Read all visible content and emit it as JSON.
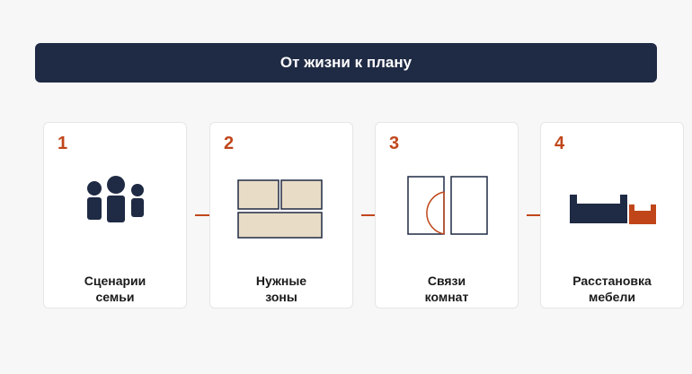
{
  "title": "От жизни к плану",
  "colors": {
    "navy": "#1f2a44",
    "accent": "#c0461a",
    "zone": "#e8dcc6"
  },
  "steps": [
    {
      "number": "1",
      "label": "Сценарии\nсемьи",
      "icon": "family-icon"
    },
    {
      "number": "2",
      "label": "Нужные\nзоны",
      "icon": "zones-icon"
    },
    {
      "number": "3",
      "label": "Связи\nкомнат",
      "icon": "room-connection-icon"
    },
    {
      "number": "4",
      "label": "Расстановка\nмебели",
      "icon": "furniture-icon"
    }
  ]
}
